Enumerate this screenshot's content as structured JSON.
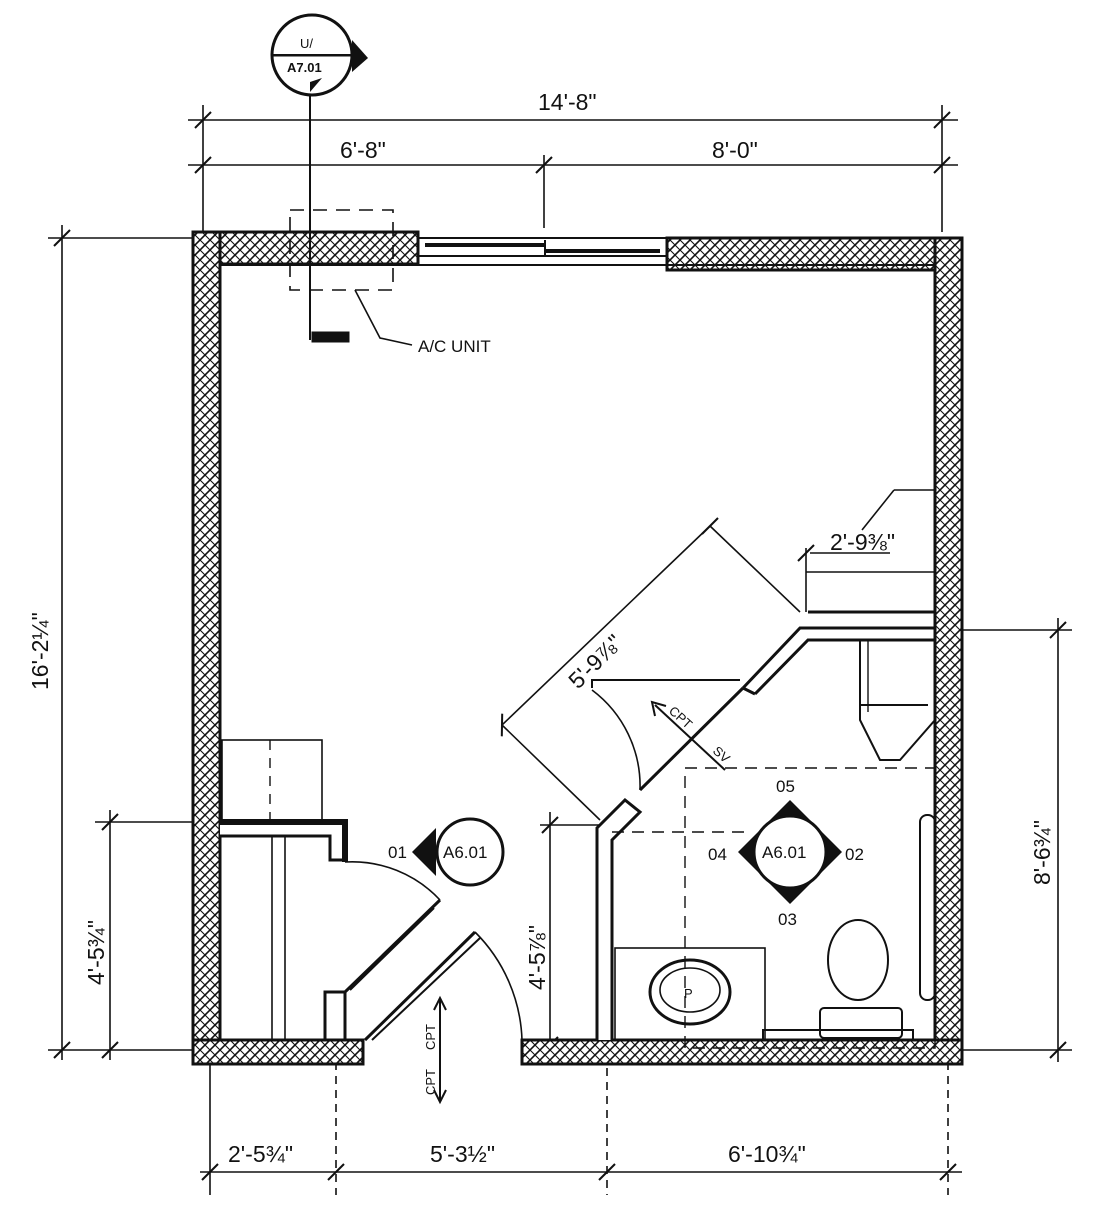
{
  "dimensions": {
    "overall_width": "14'-8\"",
    "top_left": "6'-8\"",
    "top_right": "8'-0\"",
    "overall_depth": "16'-2¼\"",
    "closet_depth": "4'-5¾\"",
    "bath_depth": "8'-6¾\"",
    "bottom_left": "2'-5¾\"",
    "bottom_middle": "5'-3½\"",
    "bottom_right": "6'-10¾\"",
    "bath_wall": "4'-5⅞\"",
    "bath_diagonal": "5'-9⅞\"",
    "vanity_offset": "2'-9⅜\""
  },
  "labels": {
    "ac_unit": "A/C UNIT",
    "section_number": "U/",
    "section_sheet": "A7.01",
    "cpt": "CPT",
    "sv": "SV",
    "room_tag_id": "P"
  },
  "elevations": {
    "closet": {
      "sheet": "A6.01",
      "view": "01"
    },
    "bath": {
      "sheet": "A6.01",
      "views": {
        "top": "05",
        "right": "02",
        "bottom": "03",
        "left": "04"
      }
    }
  }
}
